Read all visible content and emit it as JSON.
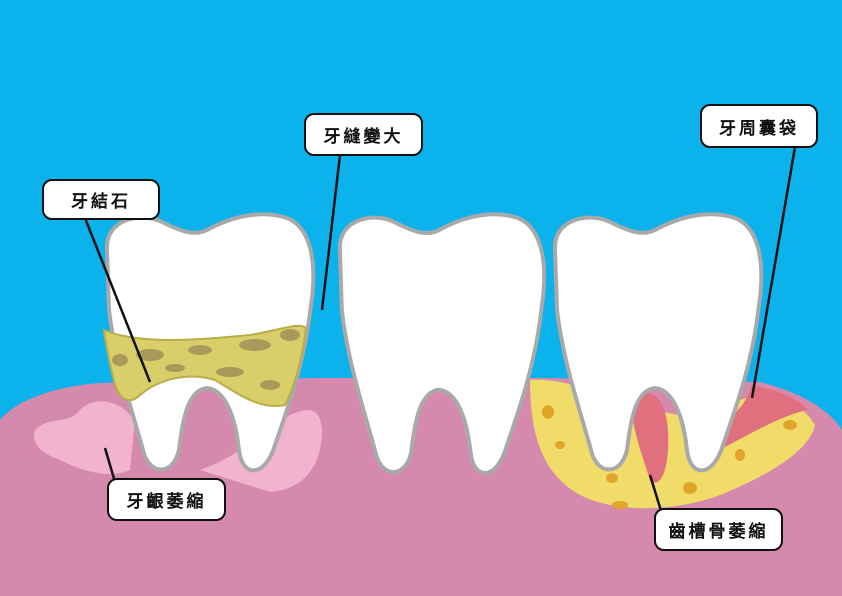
{
  "labels": {
    "calculus": "牙結石",
    "gap": "牙縫變大",
    "pocket": "牙周囊袋",
    "gum_recession": "牙齦萎縮",
    "bone_loss": "齒槽骨萎縮"
  },
  "colors": {
    "background": "#0bb2ec",
    "gum": "#d589ac",
    "gum_recession": "#f2b3cf",
    "tooth": "#ffffff",
    "tooth_outline": "#a9a9a9",
    "calculus": "#d9cf6a",
    "bone": "#f1dc6a",
    "pocket": "#e0707e"
  }
}
